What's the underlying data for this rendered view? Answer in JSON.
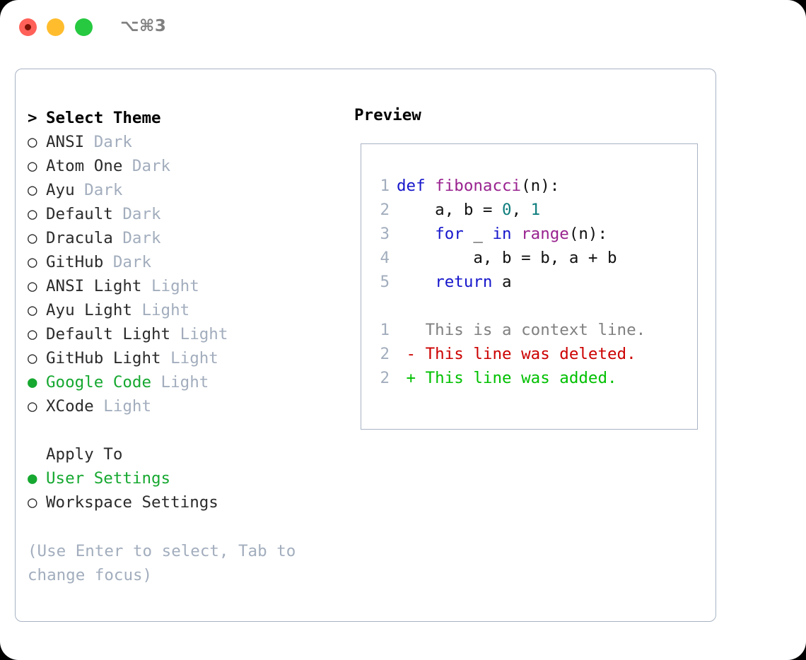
{
  "titlebar": {
    "shortcut": "⌥⌘3",
    "buttons": {
      "close": "close-window",
      "minimize": "minimize-window",
      "maximize": "maximize-window"
    }
  },
  "theme_list": {
    "header_marker": ">",
    "header_label": "Select Theme",
    "items": [
      {
        "marker": "○",
        "name": "ANSI",
        "tag": "Dark",
        "selected": false
      },
      {
        "marker": "○",
        "name": "Atom One",
        "tag": "Dark",
        "selected": false
      },
      {
        "marker": "○",
        "name": "Ayu",
        "tag": "Dark",
        "selected": false
      },
      {
        "marker": "○",
        "name": "Default",
        "tag": "Dark",
        "selected": false
      },
      {
        "marker": "○",
        "name": "Dracula",
        "tag": "Dark",
        "selected": false
      },
      {
        "marker": "○",
        "name": "GitHub",
        "tag": "Dark",
        "selected": false
      },
      {
        "marker": "○",
        "name": "ANSI Light",
        "tag": "Light",
        "selected": false
      },
      {
        "marker": "○",
        "name": "Ayu Light",
        "tag": "Light",
        "selected": false
      },
      {
        "marker": "○",
        "name": "Default Light",
        "tag": "Light",
        "selected": false
      },
      {
        "marker": "○",
        "name": "GitHub Light",
        "tag": "Light",
        "selected": false
      },
      {
        "marker": "●",
        "name": "Google Code",
        "tag": "Light",
        "selected": true
      },
      {
        "marker": "○",
        "name": "XCode",
        "tag": "Light",
        "selected": false
      }
    ]
  },
  "apply_to": {
    "header_label": "Apply To",
    "items": [
      {
        "marker": "●",
        "name": "User Settings",
        "selected": true
      },
      {
        "marker": "○",
        "name": "Workspace Settings",
        "selected": false
      }
    ]
  },
  "hint": {
    "text": "(Use Enter to select, Tab to change focus)"
  },
  "preview": {
    "title": "Preview",
    "code_lines": [
      {
        "no": "1",
        "tokens": [
          {
            "t": "def ",
            "c": "kw"
          },
          {
            "t": "fibonacci",
            "c": "fn"
          },
          {
            "t": "(n):",
            "c": "plain"
          }
        ]
      },
      {
        "no": "2",
        "tokens": [
          {
            "t": "    a, b = ",
            "c": "plain"
          },
          {
            "t": "0",
            "c": "num"
          },
          {
            "t": ", ",
            "c": "plain"
          },
          {
            "t": "1",
            "c": "num"
          }
        ]
      },
      {
        "no": "3",
        "tokens": [
          {
            "t": "    ",
            "c": "plain"
          },
          {
            "t": "for ",
            "c": "kw"
          },
          {
            "t": "_ ",
            "c": "plain"
          },
          {
            "t": "in ",
            "c": "kw"
          },
          {
            "t": "range",
            "c": "fn"
          },
          {
            "t": "(n):",
            "c": "plain"
          }
        ]
      },
      {
        "no": "4",
        "tokens": [
          {
            "t": "        a, b = b, a + b",
            "c": "plain"
          }
        ]
      },
      {
        "no": "5",
        "tokens": [
          {
            "t": "    ",
            "c": "plain"
          },
          {
            "t": "return ",
            "c": "kw"
          },
          {
            "t": "a",
            "c": "plain"
          }
        ]
      }
    ],
    "diff_lines": [
      {
        "no": "1",
        "tokens": [
          {
            "t": "   This is a context line.",
            "c": "ctx"
          }
        ]
      },
      {
        "no": "2",
        "tokens": [
          {
            "t": " - This line was deleted.",
            "c": "del"
          }
        ]
      },
      {
        "no": "2",
        "tokens": [
          {
            "t": " + This line was added.",
            "c": "add"
          }
        ]
      }
    ]
  },
  "colors": {
    "accent_green": "#16a830",
    "muted": "#a2adbd",
    "border": "#a8b3c4",
    "keyword": "#1616cc",
    "function": "#99228f",
    "number": "#0f7d7d",
    "diff_context": "#808080",
    "diff_deleted": "#cc0000",
    "diff_added": "#00c000",
    "traffic_close": "#ff6159",
    "traffic_minimize": "#ffbd2e",
    "traffic_maximize": "#26c940"
  }
}
